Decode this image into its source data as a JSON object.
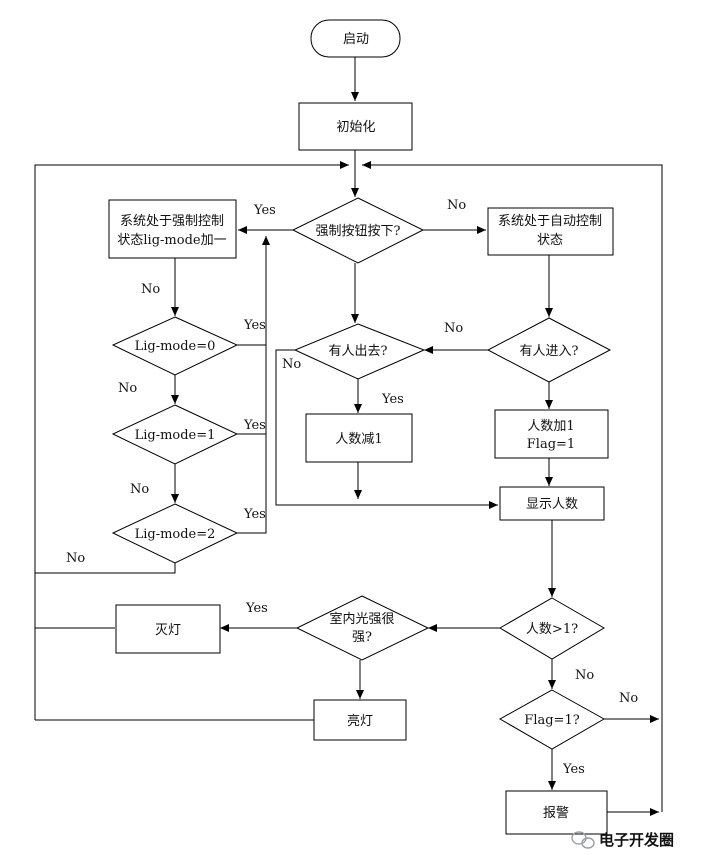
{
  "nodes": {
    "start": "启动",
    "init": "初始化",
    "force_check": "强制按钮按下?",
    "forced_line1": "系统处于强制控制",
    "forced_line2": "状态lig-mode加一",
    "auto_line1": "系统处于自动控制",
    "auto_line2": "状态",
    "lig0": "Lig-mode=0",
    "lig1": "Lig-mode=1",
    "lig2": "Lig-mode=2",
    "someone_out": "有人出去?",
    "someone_in": "有人进入?",
    "dec": "人数减1",
    "inc_line1": "人数加1",
    "inc_line2": "Flag=1",
    "show": "显示人数",
    "count_gt1": "人数>1?",
    "light_line1": "室内光强很",
    "light_line2": "强?",
    "off": "灭灯",
    "on": "亮灯",
    "flag": "Flag=1?",
    "alarm": "报警"
  },
  "labels": {
    "yes": "Yes",
    "no": "No"
  },
  "watermark": "电子开发圈"
}
